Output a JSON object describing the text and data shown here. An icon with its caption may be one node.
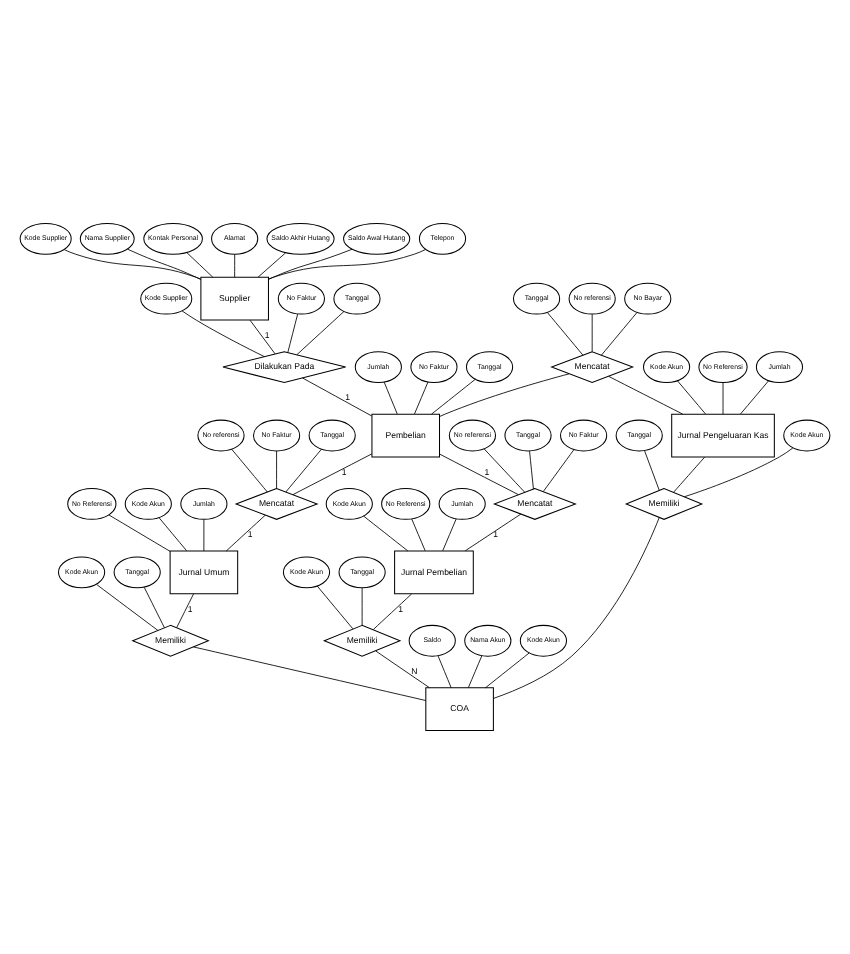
{
  "diagram": {
    "nodes": [
      {
        "text": [
          "Supplier"
        ]
      },
      {
        "text": [
          "Kode Supplier"
        ]
      },
      {
        "text": [
          "Nama Supplier"
        ]
      },
      {
        "text": [
          "Kontak Personal"
        ]
      },
      {
        "text": [
          "Alamat"
        ]
      },
      {
        "text": [
          "Saldo Akhir Hutang"
        ]
      },
      {
        "text": [
          "Saldo Awal Hutang"
        ]
      },
      {
        "text": [
          "Telepon"
        ]
      },
      {
        "text": [
          "Dilakukan Pada"
        ]
      },
      {
        "text": [
          "No Faktur"
        ]
      },
      {
        "text": [
          "Tanggal"
        ]
      },
      {
        "text": [
          "Kode Supplier"
        ]
      },
      {
        "text": [
          "Pembelian"
        ]
      },
      {
        "text": [
          "Jumlah"
        ]
      },
      {
        "text": [
          "No Faktur"
        ]
      },
      {
        "text": [
          "Tanggal"
        ]
      },
      {
        "text": [
          "Mencatat"
        ]
      },
      {
        "text": [
          "No Bayar"
        ]
      },
      {
        "text": [
          "Tanggal"
        ]
      },
      {
        "text": [
          "No referensi"
        ]
      },
      {
        "text": [
          "Mencatat"
        ]
      },
      {
        "text": [
          "Tanggal"
        ]
      },
      {
        "text": [
          "No referensi"
        ]
      },
      {
        "text": [
          "No Faktur"
        ]
      },
      {
        "text": [
          "Jurnal Umum"
        ]
      },
      {
        "text": [
          "No Referensi"
        ]
      },
      {
        "text": [
          "Kode Akun"
        ]
      },
      {
        "text": [
          "Jumlah"
        ]
      },
      {
        "text": [
          "Memiliki"
        ]
      },
      {
        "text": [
          "Kode Akun"
        ]
      },
      {
        "text": [
          "Tanggal"
        ]
      },
      {
        "text": [
          "Mencatat"
        ]
      },
      {
        "text": [
          "Tanggal"
        ]
      },
      {
        "text": [
          "No Faktur"
        ]
      },
      {
        "text": [
          "No referensi"
        ]
      },
      {
        "text": [
          "Jurnal Pembelian"
        ]
      },
      {
        "text": [
          "Kode Akun"
        ]
      },
      {
        "text": [
          "No Referensi"
        ]
      },
      {
        "text": [
          "Jumlah"
        ]
      },
      {
        "text": [
          "Memiliki"
        ]
      },
      {
        "text": [
          "Kode Akun"
        ]
      },
      {
        "text": [
          "Tanggal"
        ]
      },
      {
        "text": [
          "COA"
        ]
      },
      {
        "text": [
          "Saldo"
        ]
      },
      {
        "text": [
          "Nama Akun"
        ]
      },
      {
        "text": [
          "Kode Akun"
        ]
      },
      {
        "text": [
          "Jurnal Pengeluaran Kas"
        ]
      },
      {
        "text": [
          "Kode Akun"
        ]
      },
      {
        "text": [
          "No Referensi"
        ]
      },
      {
        "text": [
          "Jumlah"
        ]
      },
      {
        "text": [
          "Memiliki"
        ]
      },
      {
        "text": [
          "Kode Akun"
        ]
      },
      {
        "text": [
          "Tanggal"
        ]
      }
    ],
    "edges": [
      {
        "from": 1,
        "to": 0,
        "arrow": "none"
      },
      {
        "from": 2,
        "to": 0,
        "arrow": "none"
      },
      {
        "from": 3,
        "to": 0,
        "arrow": "none"
      },
      {
        "from": 4,
        "to": 0,
        "arrow": "none"
      },
      {
        "from": 5,
        "to": 0,
        "arrow": "none"
      },
      {
        "from": 6,
        "to": 0,
        "arrow": "none"
      },
      {
        "from": 7,
        "to": 0,
        "arrow": "none"
      },
      {
        "from": 0,
        "to": 8,
        "arrow": "none",
        "label": "1"
      },
      {
        "from": 9,
        "to": 8,
        "arrow": "none"
      },
      {
        "from": 10,
        "to": 8,
        "arrow": "none"
      },
      {
        "from": 11,
        "to": 8,
        "arrow": "none"
      },
      {
        "from": 8,
        "to": 12,
        "arrow": "none",
        "label": "1"
      },
      {
        "from": 13,
        "to": 12,
        "arrow": "none"
      },
      {
        "from": 14,
        "to": 12,
        "arrow": "none"
      },
      {
        "from": 15,
        "to": 12,
        "arrow": "none"
      },
      {
        "from": 16,
        "to": 12,
        "arrow": "none"
      },
      {
        "from": 17,
        "to": 16,
        "arrow": "none"
      },
      {
        "from": 18,
        "to": 16,
        "arrow": "none"
      },
      {
        "from": 19,
        "to": 16,
        "arrow": "none"
      },
      {
        "from": 12,
        "to": 20,
        "arrow": "none",
        "label": "1"
      },
      {
        "from": 21,
        "to": 20,
        "arrow": "none"
      },
      {
        "from": 22,
        "to": 20,
        "arrow": "none"
      },
      {
        "from": 23,
        "to": 20,
        "arrow": "none"
      },
      {
        "from": 20,
        "to": 24,
        "arrow": "none",
        "label": "1"
      },
      {
        "from": 25,
        "to": 24,
        "arrow": "none"
      },
      {
        "from": 26,
        "to": 24,
        "arrow": "none"
      },
      {
        "from": 27,
        "to": 24,
        "arrow": "none"
      },
      {
        "from": 24,
        "to": 28,
        "arrow": "none",
        "label": "1"
      },
      {
        "from": 29,
        "to": 28,
        "arrow": "none"
      },
      {
        "from": 30,
        "to": 28,
        "arrow": "none"
      },
      {
        "from": 28,
        "to": 42,
        "arrow": "none"
      },
      {
        "from": 12,
        "to": 31,
        "arrow": "none",
        "label": "1"
      },
      {
        "from": 32,
        "to": 31,
        "arrow": "none"
      },
      {
        "from": 33,
        "to": 31,
        "arrow": "none"
      },
      {
        "from": 34,
        "to": 31,
        "arrow": "none"
      },
      {
        "from": 31,
        "to": 35,
        "arrow": "none",
        "label": "1"
      },
      {
        "from": 36,
        "to": 35,
        "arrow": "none"
      },
      {
        "from": 37,
        "to": 35,
        "arrow": "none"
      },
      {
        "from": 38,
        "to": 35,
        "arrow": "none"
      },
      {
        "from": 35,
        "to": 39,
        "arrow": "none",
        "label": "1"
      },
      {
        "from": 40,
        "to": 39,
        "arrow": "none"
      },
      {
        "from": 41,
        "to": 39,
        "arrow": "none"
      },
      {
        "from": 39,
        "to": 42,
        "arrow": "none",
        "label": "N"
      },
      {
        "from": 43,
        "to": 42,
        "arrow": "none"
      },
      {
        "from": 44,
        "to": 42,
        "arrow": "none"
      },
      {
        "from": 45,
        "to": 42,
        "arrow": "none"
      },
      {
        "from": 16,
        "to": 46,
        "arrow": "none"
      },
      {
        "from": 47,
        "to": 46,
        "arrow": "none"
      },
      {
        "from": 48,
        "to": 46,
        "arrow": "none"
      },
      {
        "from": 49,
        "to": 46,
        "arrow": "none"
      },
      {
        "from": 46,
        "to": 50,
        "arrow": "none"
      },
      {
        "from": 51,
        "to": 50,
        "arrow": "none"
      },
      {
        "from": 52,
        "to": 50,
        "arrow": "none"
      },
      {
        "from": 50,
        "to": 42,
        "arrow": "none"
      }
    ]
  }
}
